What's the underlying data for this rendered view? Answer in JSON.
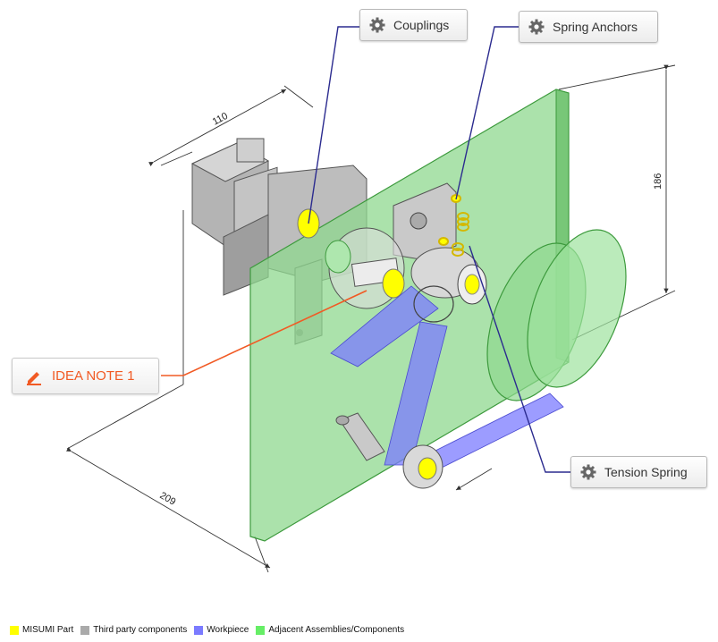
{
  "callouts": {
    "couplings": "Couplings",
    "spring_anchors": "Spring Anchors",
    "tension_spring": "Tension Spring"
  },
  "idea_note": "IDEA NOTE 1",
  "dimensions": {
    "top": "110",
    "right": "186",
    "bottom": "209"
  },
  "legend": [
    {
      "label": "MISUMI Part",
      "color": "#ffff00"
    },
    {
      "label": "Third party components",
      "color": "#aaaaaa"
    },
    {
      "label": "Workpiece",
      "color": "#7b7bff"
    },
    {
      "label": "Adjacent Assemblies/Components",
      "color": "#66ee66"
    }
  ],
  "colors": {
    "leader_line": "#2b2b8f",
    "idea_accent": "#f15a24",
    "plate_fill": "#8fd88f",
    "plate_edge": "#3d9a3d"
  },
  "icons": {
    "callout": "gear-icon",
    "idea_note": "pencil-icon"
  }
}
